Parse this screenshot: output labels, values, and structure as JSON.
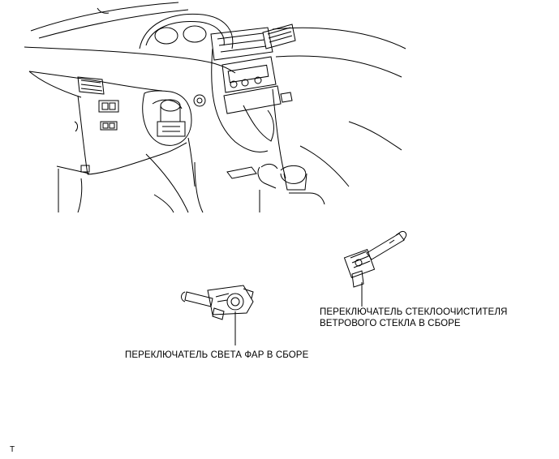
{
  "labels": {
    "wiper_switch": [
      "ПЕРЕКЛЮЧАТЕЛЬ СТЕКЛООЧИСТИТЕЛЯ",
      "ВЕТРОВОГО СТЕКЛА В СБОРЕ"
    ],
    "headlight_switch": "ПЕРЕКЛЮЧАТЕЛЬ СВЕТА ФАР В СБОРЕ",
    "figure_code": "T"
  },
  "colors": {
    "line": "#000000",
    "background": "#ffffff"
  }
}
